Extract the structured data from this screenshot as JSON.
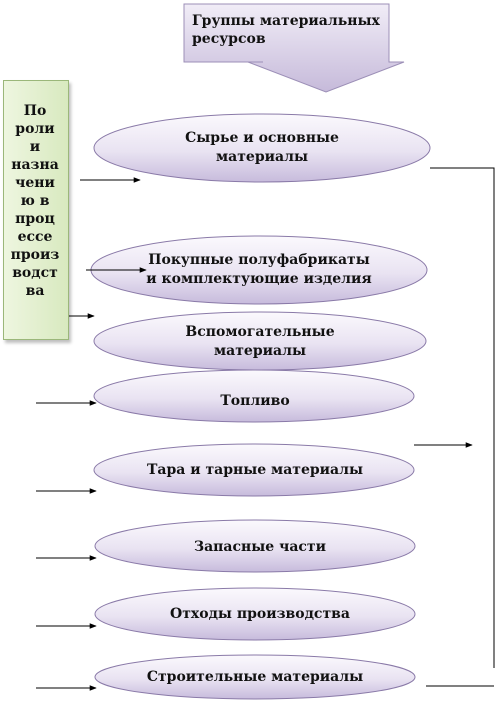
{
  "header": {
    "title": "Группы материальных ресурсов"
  },
  "side_label": {
    "lines": [
      "По",
      "роли",
      "и",
      "назна",
      "чени",
      "ю в",
      "проц",
      "ессе",
      "произ",
      "водст",
      "ва"
    ]
  },
  "categories": [
    {
      "label": "Сырье и основные материалы"
    },
    {
      "label": "Покупные полуфабрикаты и комплектующие изделия"
    },
    {
      "label": "Вспомогательные материалы"
    },
    {
      "label": "Топливо"
    },
    {
      "label": "Тара и тарные материалы"
    },
    {
      "label": "Запасные части"
    },
    {
      "label": "Отходы производства"
    },
    {
      "label": "Строительные материалы"
    }
  ],
  "colors": {
    "ellipse_light": "#f7f4fb",
    "ellipse_dark": "#cbbfe0",
    "ellipse_stroke": "#8a7aa8",
    "header_arrow_light": "#ece7f4",
    "header_arrow_dark": "#c3b7d9",
    "side_box": "#d8e9bf",
    "line": "#000000"
  }
}
